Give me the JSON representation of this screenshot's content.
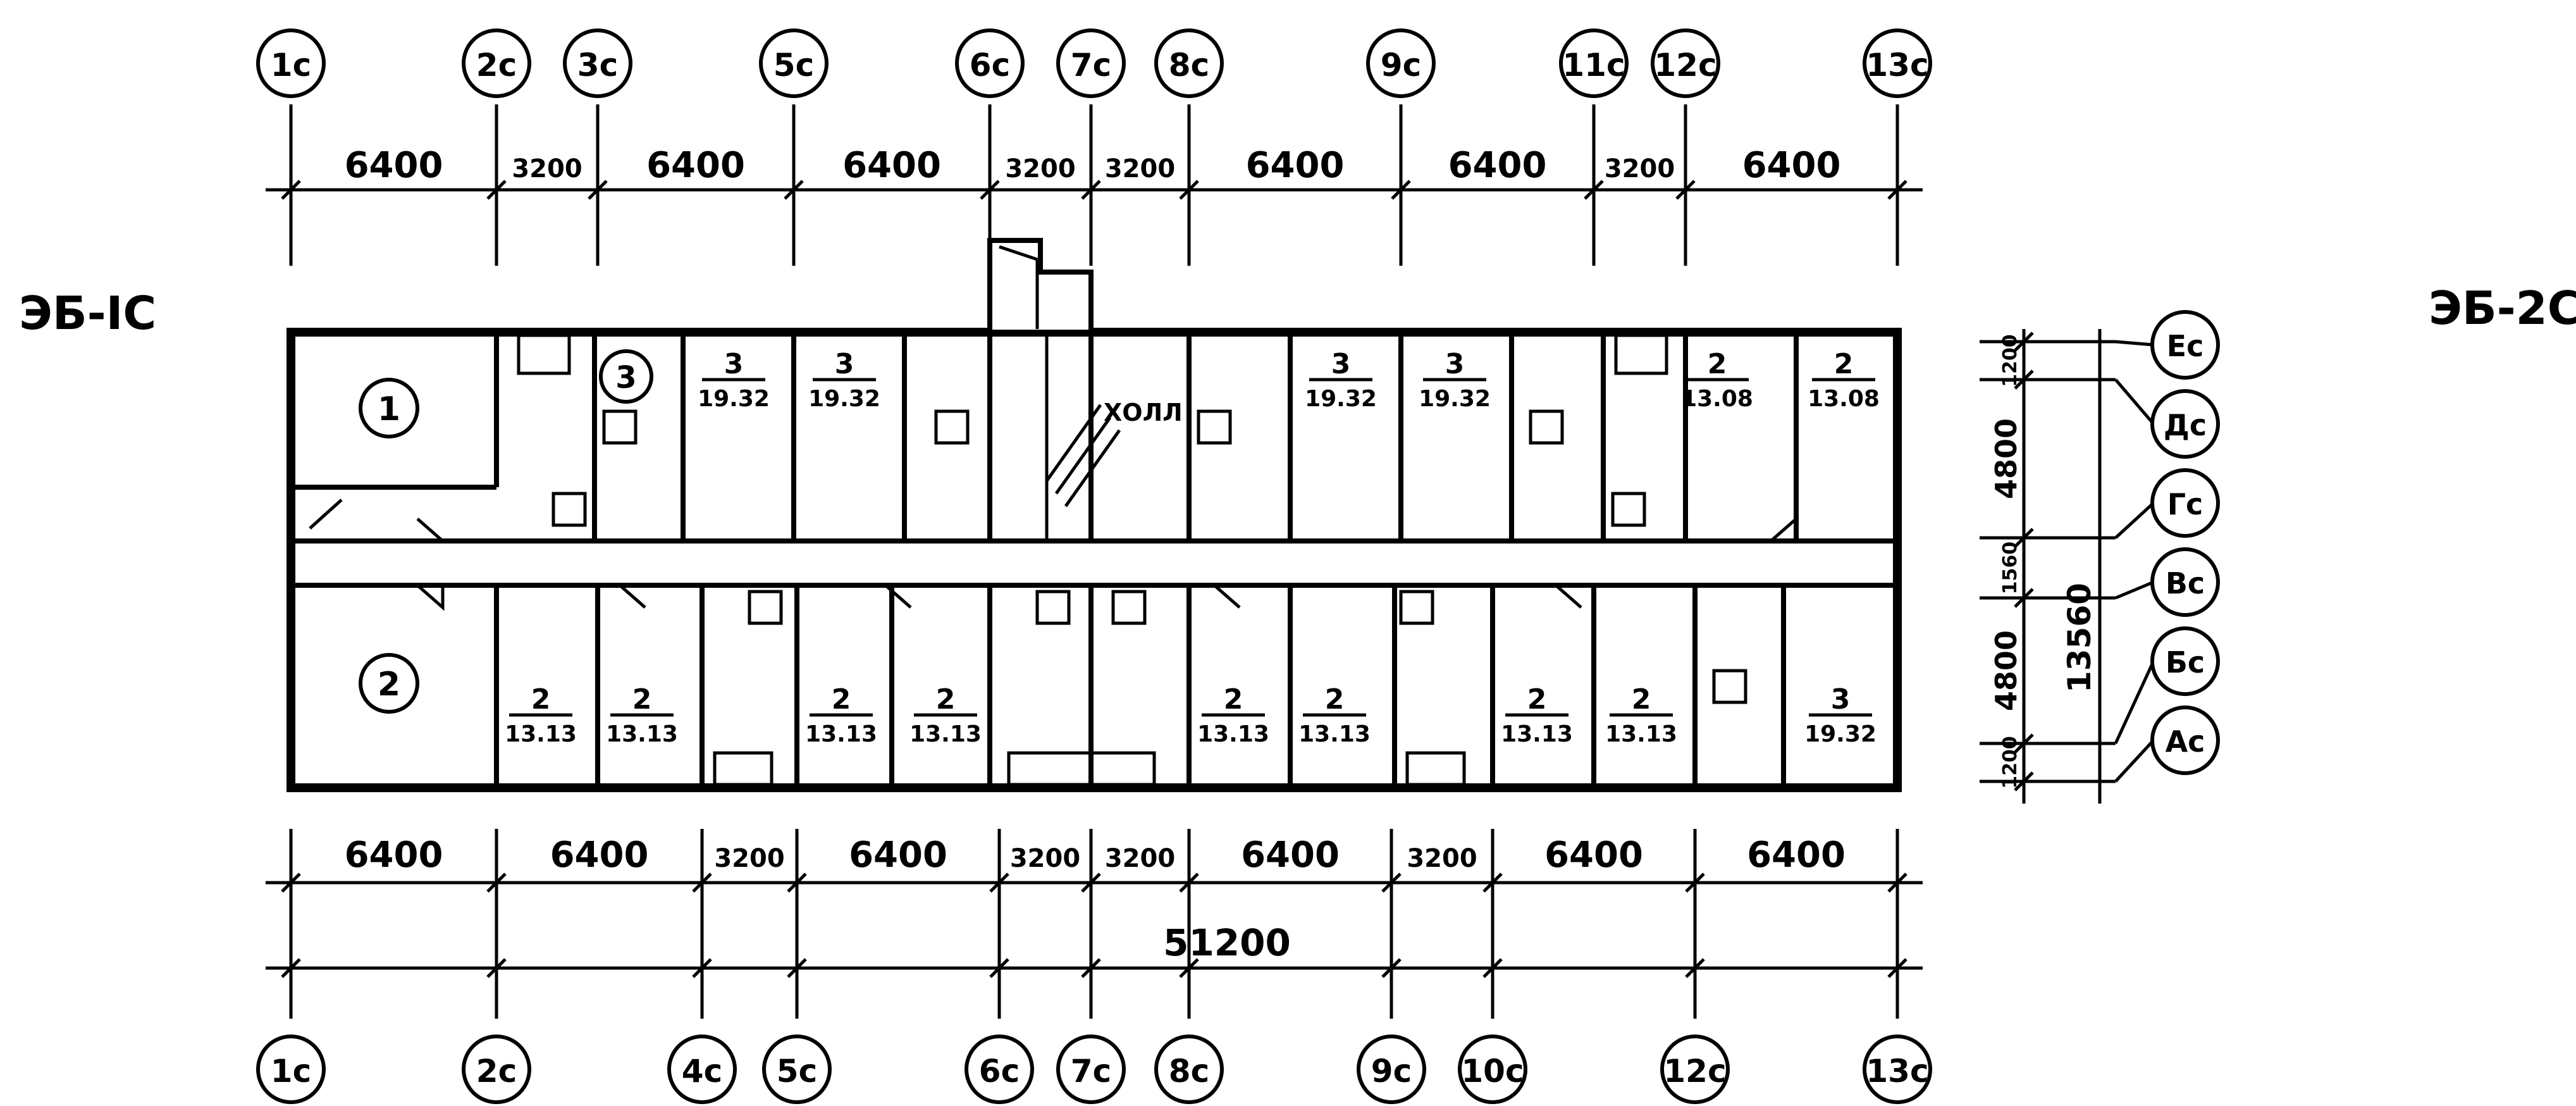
{
  "labels": {
    "left_section": "ЭБ-IC",
    "right_section": "ЭБ-2С",
    "total_length": "51200",
    "total_depth": "13560",
    "hall": "ХОЛЛ"
  },
  "axes": {
    "top": [
      "1c",
      "2c",
      "3c",
      "5c",
      "6c",
      "7c",
      "8c",
      "9c",
      "11c",
      "12c",
      "13c"
    ],
    "bottom": [
      "1c",
      "2c",
      "4c",
      "5c",
      "6c",
      "7c",
      "8c",
      "9c",
      "10c",
      "12c",
      "13c"
    ],
    "right": [
      "Ес",
      "Дс",
      "Гс",
      "Вс",
      "Бс",
      "Ас"
    ]
  },
  "dimensions": {
    "top": [
      "6400",
      "3200",
      "6400",
      "6400",
      "3200",
      "3200",
      "6400",
      "6400",
      "3200",
      "6400"
    ],
    "bottom": [
      "6400",
      "6400",
      "3200",
      "6400",
      "3200",
      "3200",
      "6400",
      "3200",
      "6400",
      "6400"
    ],
    "right": [
      "1200",
      "4800",
      "1560",
      "4800",
      "1200"
    ]
  },
  "rooms": {
    "numbered": [
      "1",
      "2",
      "3"
    ],
    "top_row": [
      {
        "count": "3",
        "area": "19.32"
      },
      {
        "count": "3",
        "area": "19.32"
      },
      {
        "count": "3",
        "area": "19.32"
      },
      {
        "count": "3",
        "area": "19.32"
      },
      {
        "count": "2",
        "area": "13.08"
      },
      {
        "count": "2",
        "area": "13.08"
      }
    ],
    "bottom_row": [
      {
        "count": "2",
        "area": "13.13"
      },
      {
        "count": "2",
        "area": "13.13"
      },
      {
        "count": "2",
        "area": "13.13"
      },
      {
        "count": "2",
        "area": "13.13"
      },
      {
        "count": "2",
        "area": "13.13"
      },
      {
        "count": "2",
        "area": "13.13"
      },
      {
        "count": "2",
        "area": "13.13"
      },
      {
        "count": "2",
        "area": "13.13"
      },
      {
        "count": "3",
        "area": "19.32"
      }
    ]
  }
}
